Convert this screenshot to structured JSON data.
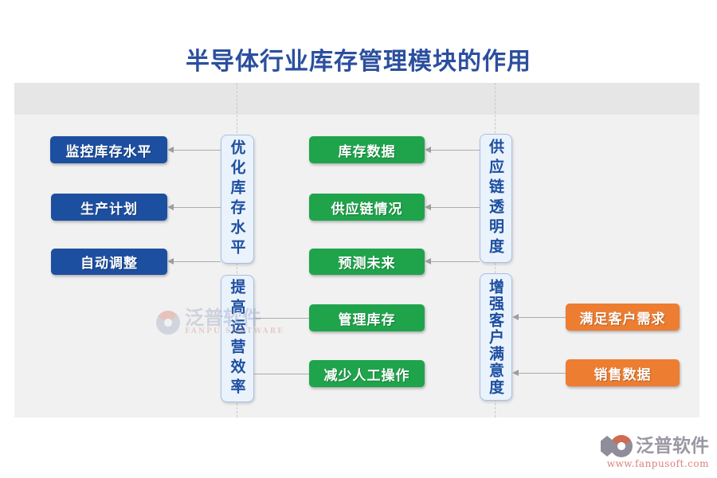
{
  "title": "半导体行业库存管理模块的作用",
  "palette": {
    "title_color": "#2b4f9e",
    "blue_node": "#1d4fa1",
    "green_node": "#1fa44c",
    "orange_node": "#ed7d31",
    "hub_fill": "#eaf2fb",
    "hub_border": "#a8c1e2",
    "connector": "#ababab",
    "canvas_bg": "#f1f1f2",
    "band_bg": "#e6e6e7"
  },
  "diagram": {
    "optimize": {
      "hub": "优化库存水平",
      "items": [
        "监控库存水平",
        "生产计划",
        "自动调整"
      ]
    },
    "transparency": {
      "hub": "供应链透明度",
      "items": [
        "库存数据",
        "供应链情况",
        "预测未来"
      ]
    },
    "efficiency": {
      "hub": "提高运营效率",
      "items": [
        "管理库存",
        "减少人工操作"
      ]
    },
    "satisfaction": {
      "hub": "增强客户满意度",
      "items": [
        "满足客户需求",
        "销售数据"
      ]
    }
  },
  "watermark": {
    "brand": "泛普软件",
    "brand_en": "FANPU SOFTWARE"
  },
  "footer": {
    "brand": "泛普软件",
    "website": "www.fanpusoft.com"
  }
}
